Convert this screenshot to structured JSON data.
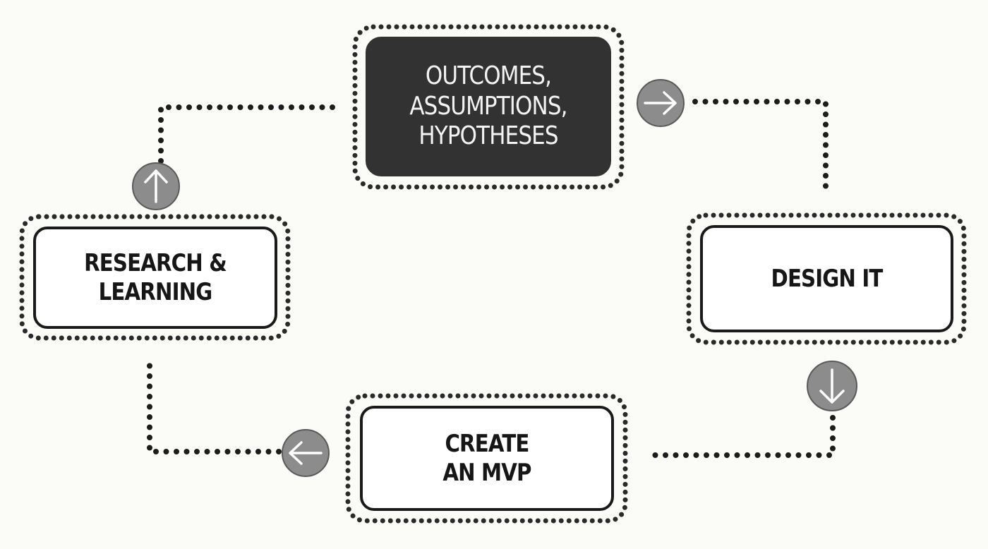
{
  "nodes": {
    "outcomes": {
      "lines": [
        "OUTCOMES,",
        "ASSUMPTIONS,",
        "HYPOTHESES"
      ],
      "fill": "#323232",
      "text_color": "#f3f3f3"
    },
    "design": {
      "lines": [
        "DESIGN IT"
      ],
      "fill": "#ffffff",
      "text_color": "#161616"
    },
    "mvp": {
      "lines": [
        "CREATE",
        "AN MVP"
      ],
      "fill": "#ffffff",
      "text_color": "#161616"
    },
    "research": {
      "lines": [
        "RESEARCH &",
        "LEARNING"
      ],
      "fill": "#ffffff",
      "text_color": "#161616"
    }
  },
  "arrows": [
    {
      "from": "outcomes",
      "to": "design",
      "icon": "arrow-right-icon"
    },
    {
      "from": "design",
      "to": "mvp",
      "icon": "arrow-down-icon"
    },
    {
      "from": "mvp",
      "to": "research",
      "icon": "arrow-left-icon"
    },
    {
      "from": "research",
      "to": "outcomes",
      "icon": "arrow-up-icon"
    }
  ],
  "colors": {
    "ink": "#1a1a1a",
    "arrow_circle": "#8c8c8c",
    "background": "#fbfbf8"
  }
}
